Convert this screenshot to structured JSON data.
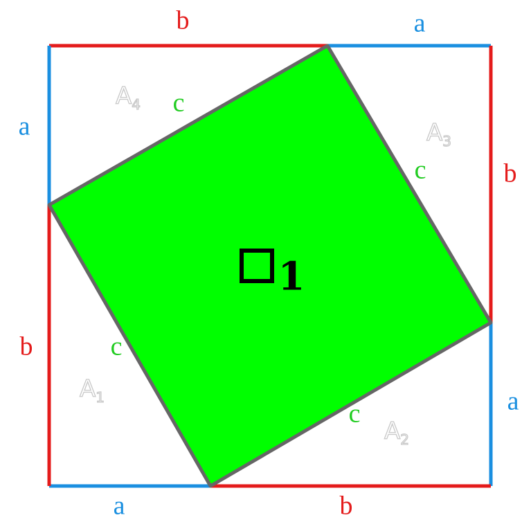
{
  "colors": {
    "a_color": "#1a8fe0",
    "b_color": "#e41b1b",
    "c_color": "#22cc22",
    "square_fill": "#00ff00",
    "square_stroke": "#666666",
    "area_label_color": "#ffffff"
  },
  "labels": {
    "top_b": "b",
    "top_a": "a",
    "right_b": "b",
    "right_a": "a",
    "bottom_a": "a",
    "bottom_b": "b",
    "left_a": "a",
    "left_b": "b",
    "c_top": "c",
    "c_right": "c",
    "c_bottom": "c",
    "c_left": "c"
  },
  "areas": {
    "a1": {
      "letter": "A",
      "index": "1"
    },
    "a2": {
      "letter": "A",
      "index": "2"
    },
    "a3": {
      "letter": "A",
      "index": "3"
    },
    "a4": {
      "letter": "A",
      "index": "4"
    }
  },
  "center": {
    "symbol": "square",
    "index": "1"
  }
}
